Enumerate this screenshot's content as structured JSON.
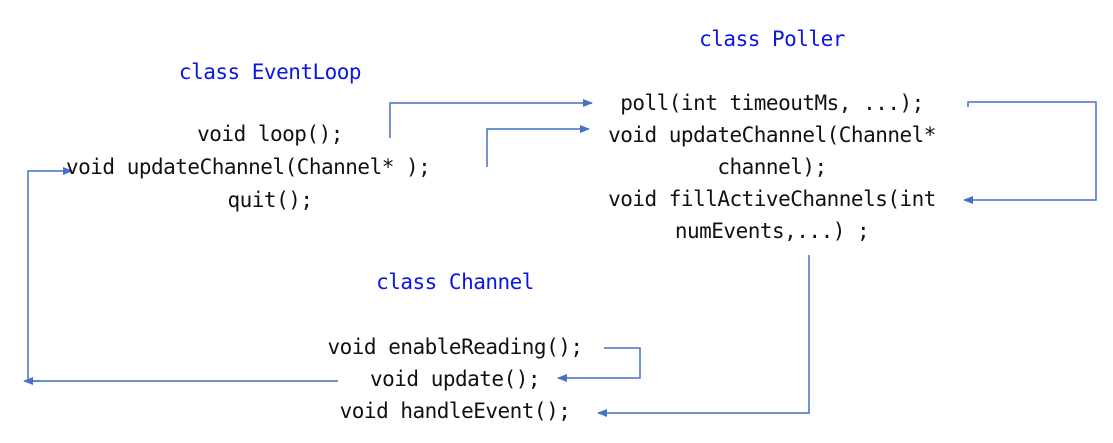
{
  "colors": {
    "title": "#0b16e0",
    "text": "#111111",
    "arrow": "#4472c4",
    "background": "#ffffff"
  },
  "event_loop": {
    "title": "class EventLoop",
    "loop": "void loop();",
    "update_channel": "void updateChannel(Channel* );",
    "quit": "quit();"
  },
  "poller": {
    "title": "class Poller",
    "poll": "poll(int timeoutMs, ...);",
    "update_channel_1": "void updateChannel(Channel*",
    "update_channel_2": "channel);",
    "fill_active_1": "void fillActiveChannels(int",
    "fill_active_2": "numEvents,...) ;"
  },
  "channel": {
    "title": "class Channel",
    "enable_reading": "void enableReading();",
    "update": "void update();",
    "handle_event": "void handleEvent();"
  }
}
